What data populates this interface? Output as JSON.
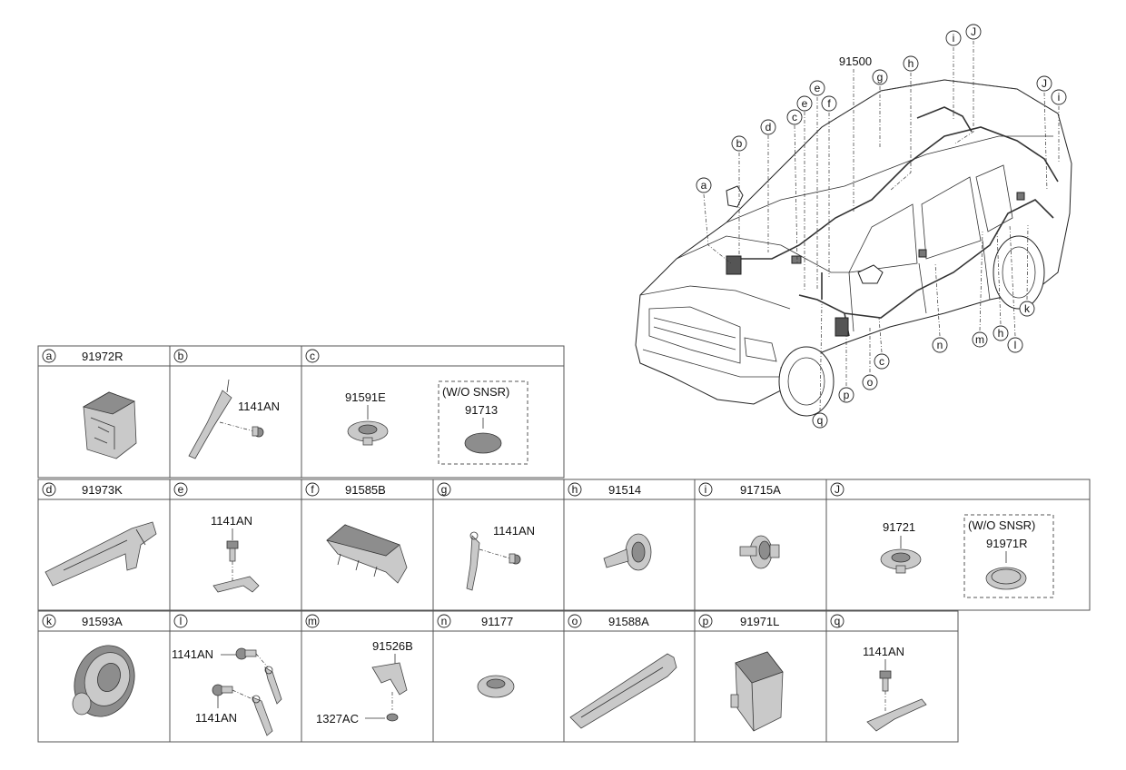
{
  "main_label": "91500",
  "callouts": [
    "a",
    "b",
    "c",
    "d",
    "e",
    "f",
    "g",
    "h",
    "i",
    "J",
    "k",
    "l",
    "m",
    "n",
    "o",
    "p",
    "q"
  ],
  "cells": [
    {
      "letter": "a",
      "part": "91972R",
      "icon": "junction-box-bracket"
    },
    {
      "letter": "b",
      "part": "",
      "icon": "ground-wire-bracket",
      "labels": [
        "1141AN"
      ]
    },
    {
      "letter": "c",
      "part": "",
      "icon": "grommets",
      "labels": [
        "91591E",
        "(W/O SNSR)",
        "91713"
      ]
    },
    {
      "letter": "d",
      "part": "91973K",
      "icon": "wiring-protector"
    },
    {
      "letter": "e",
      "part": "",
      "icon": "bolt-ground-bracket",
      "labels": [
        "1141AN"
      ]
    },
    {
      "letter": "f",
      "part": "91585B",
      "icon": "wiring-cover"
    },
    {
      "letter": "g",
      "part": "",
      "icon": "ground-wire-bolt",
      "labels": [
        "1141AN"
      ]
    },
    {
      "letter": "h",
      "part": "91514",
      "icon": "tube-grommet"
    },
    {
      "letter": "i",
      "part": "91715A",
      "icon": "plug-grommet"
    },
    {
      "letter": "J",
      "part": "",
      "icon": "grommets",
      "labels": [
        "91721",
        "(W/O SNSR)",
        "91971R"
      ]
    },
    {
      "letter": "k",
      "part": "91593A",
      "icon": "large-grommet"
    },
    {
      "letter": "l",
      "part": "",
      "icon": "ground-bolts",
      "labels": [
        "1141AN",
        "1141AN"
      ]
    },
    {
      "letter": "m",
      "part": "",
      "icon": "bracket-nut",
      "labels": [
        "91526B",
        "1327AC"
      ]
    },
    {
      "letter": "n",
      "part": "91177",
      "icon": "flat-grommet"
    },
    {
      "letter": "o",
      "part": "91588A",
      "icon": "long-protector"
    },
    {
      "letter": "p",
      "part": "91971L",
      "icon": "junction-box"
    },
    {
      "letter": "q",
      "part": "",
      "icon": "bolt-bracket",
      "labels": [
        "1141AN"
      ]
    }
  ]
}
